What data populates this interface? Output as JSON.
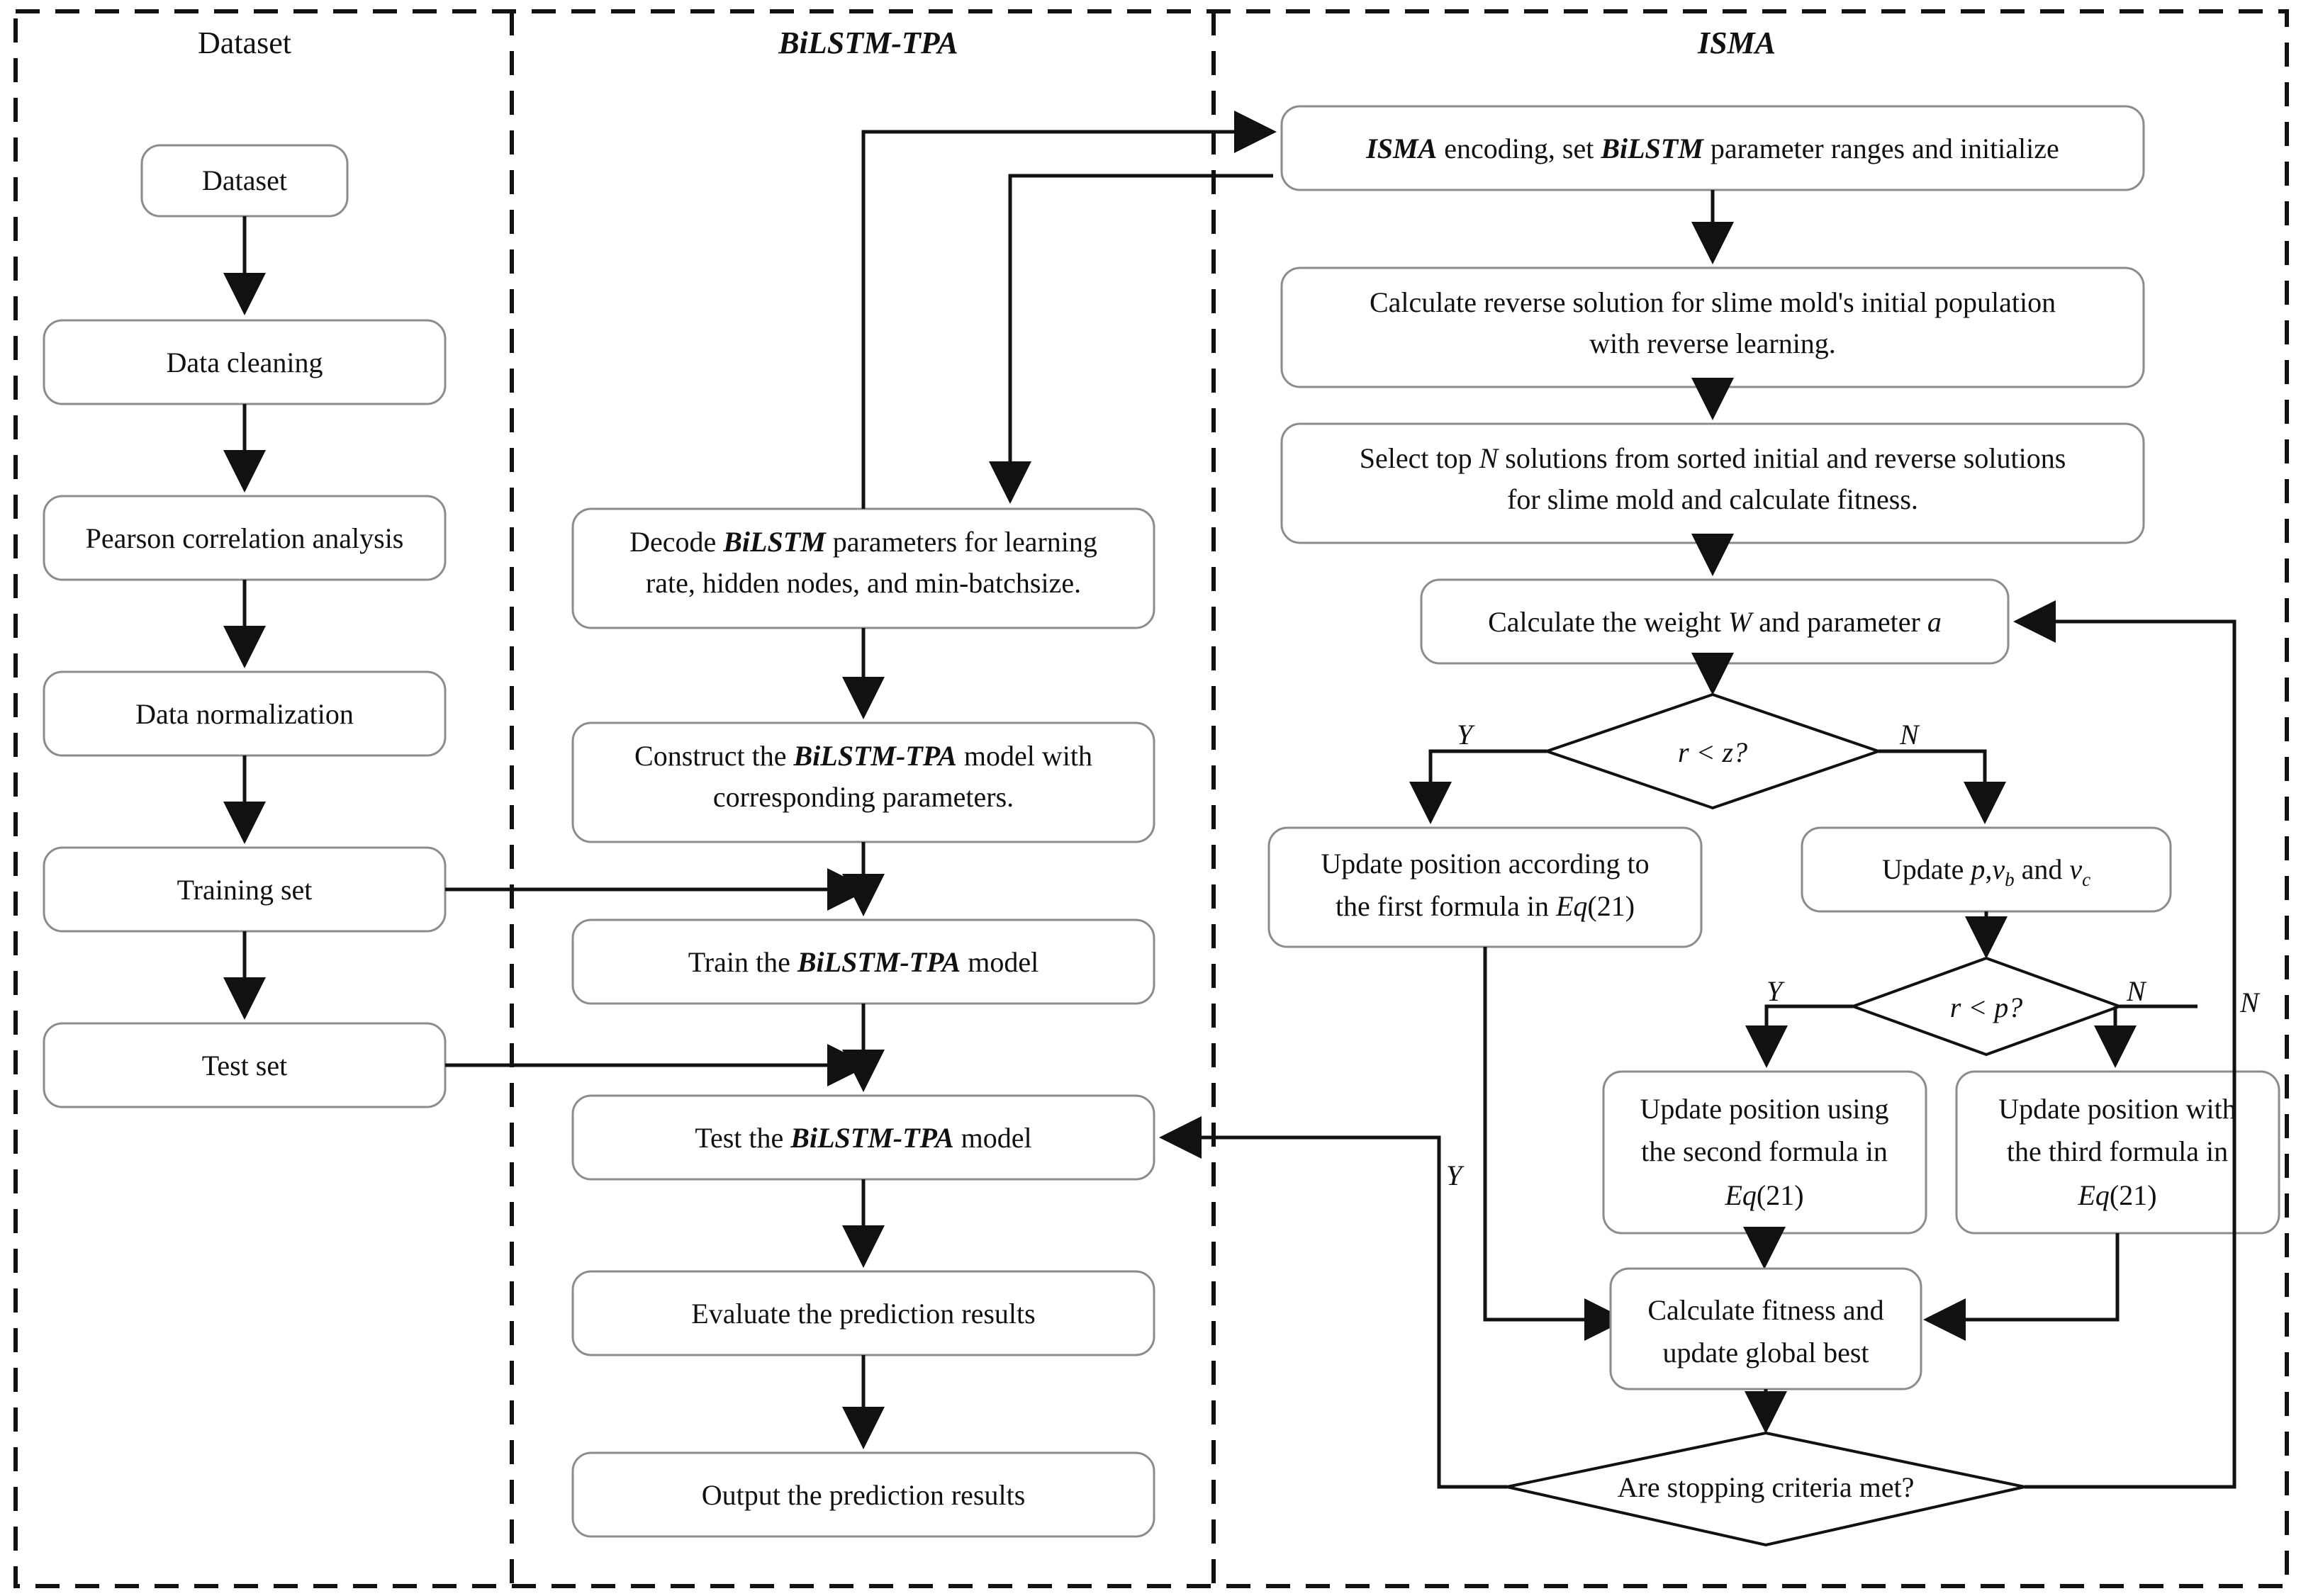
{
  "diagram": {
    "title": "ISMA-optimized BiLSTM-TPA prediction framework flowchart",
    "columns": [
      {
        "id": "dataset",
        "header": "Dataset",
        "header_italic": false
      },
      {
        "id": "bilstm_tpa",
        "header": "BiLSTM-TPA",
        "header_italic": true
      },
      {
        "id": "isma",
        "header": "ISMA",
        "header_italic": true
      }
    ],
    "colors": {
      "box_stroke": "#8c8c8c",
      "diamond_stroke": "#111111",
      "edge": "#111111",
      "divider": "#111111",
      "background": "#ffffff",
      "text": "#111111"
    },
    "nodes": {
      "dataset": {
        "label": "Dataset"
      },
      "data_cleaning": {
        "label": "Data cleaning"
      },
      "pearson": {
        "label": "Pearson correlation analysis"
      },
      "normalization": {
        "label": "Data normalization"
      },
      "training_set": {
        "label": "Training set"
      },
      "test_set": {
        "label": "Test set"
      },
      "decode": {
        "line1": "Decode ",
        "em1": "BiLSTM",
        "line1b": " parameters for learning",
        "line2": "rate, hidden nodes, and min-batchsize."
      },
      "construct": {
        "line1": "Construct the ",
        "em1": "BiLSTM-TPA",
        "line1b": " model with",
        "line2": "corresponding parameters."
      },
      "train": {
        "pre": "Train the ",
        "em": "BiLSTM-TPA",
        "post": " model"
      },
      "test": {
        "pre": "Test the ",
        "em": "BiLSTM-TPA",
        "post": " model"
      },
      "evaluate": {
        "label": "Evaluate the prediction results"
      },
      "output": {
        "label": "Output the prediction results"
      },
      "isma_encoding": {
        "em1": "ISMA",
        "mid": " encoding, set ",
        "em2": "BiLSTM",
        "post": " parameter ranges and initialize"
      },
      "reverse_solution": {
        "line1": "Calculate reverse solution for slime mold's initial population",
        "line2": "with reverse learning."
      },
      "select_top": {
        "pre": "Select top ",
        "em": "N",
        "post": " solutions from sorted initial and reverse solutions",
        "line2": "for slime mold and calculate fitness."
      },
      "calc_weight": {
        "pre": "Calculate the weight ",
        "em1": "W",
        "mid": " and parameter ",
        "em2": "a"
      },
      "decision_rz": {
        "label": "r < z?"
      },
      "update_first": {
        "line1": "Update position according to",
        "line2_pre": "the first formula in ",
        "line2_em": "Eq",
        "line2_post": "(21)"
      },
      "update_pvbvc": {
        "pre": "Update ",
        "em1": "p",
        "comma": ",",
        "em2": "v",
        "sub2": "b",
        "mid": " and ",
        "em3": "v",
        "sub3": "c"
      },
      "decision_rp": {
        "label": "r < p?"
      },
      "update_second": {
        "line1": "Update position using",
        "line2": "the second formula in",
        "line3_em": "Eq",
        "line3_post": "(21)"
      },
      "update_third": {
        "line1": "Update position with",
        "line2": "the third formula in",
        "line3_em": "Eq",
        "line3_post": "(21)"
      },
      "calc_fitness": {
        "line1": "Calculate fitness and",
        "line2": "update global best"
      },
      "decision_stop": {
        "label": "Are stopping criteria met?"
      }
    },
    "edge_labels": {
      "rz_yes": "Y",
      "rz_no": "N",
      "rp_yes": "Y",
      "rp_no": "N",
      "stop_yes": "Y",
      "stop_no": "N"
    }
  }
}
